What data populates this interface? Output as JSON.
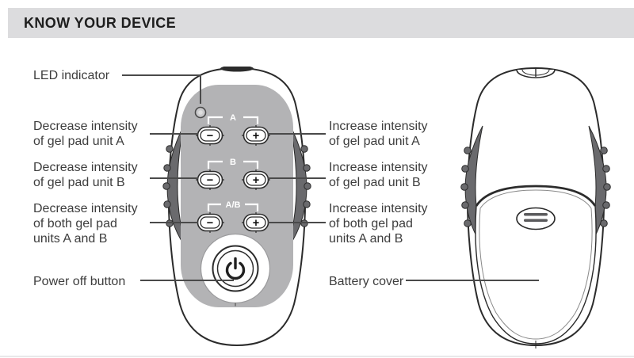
{
  "header": {
    "title": "KNOW YOUR DEVICE"
  },
  "callouts": {
    "left": [
      {
        "text": "LED indicator"
      },
      {
        "text": "Decrease intensity\nof gel pad unit A"
      },
      {
        "text": "Decrease intensity\nof gel pad unit B"
      },
      {
        "text": "Decrease intensity\nof both gel pad\nunits A and B"
      },
      {
        "text": "Power off button"
      }
    ],
    "right": [
      {
        "text": "Increase intensity\nof gel pad unit A"
      },
      {
        "text": "Increase intensity\nof gel pad unit B"
      },
      {
        "text": "Increase intensity\nof both gel pad\nunits A and B"
      },
      {
        "text": "Battery cover"
      }
    ]
  },
  "device_front": {
    "groups": [
      {
        "label": "A",
        "minus": "−",
        "plus": "+"
      },
      {
        "label": "B",
        "minus": "−",
        "plus": "+"
      },
      {
        "label": "A/B",
        "minus": "−",
        "plus": "+"
      }
    ],
    "icons": {
      "power": "power-icon",
      "led": "led-indicator-icon"
    }
  },
  "colors": {
    "header_bg": "#dcdcde",
    "panel_gray": "#b3b3b5",
    "grip_gray": "#6a6a6d",
    "outline": "#2b2b2b",
    "label_text": "#3d3d3d",
    "leader_line": "#4a4a4a"
  }
}
